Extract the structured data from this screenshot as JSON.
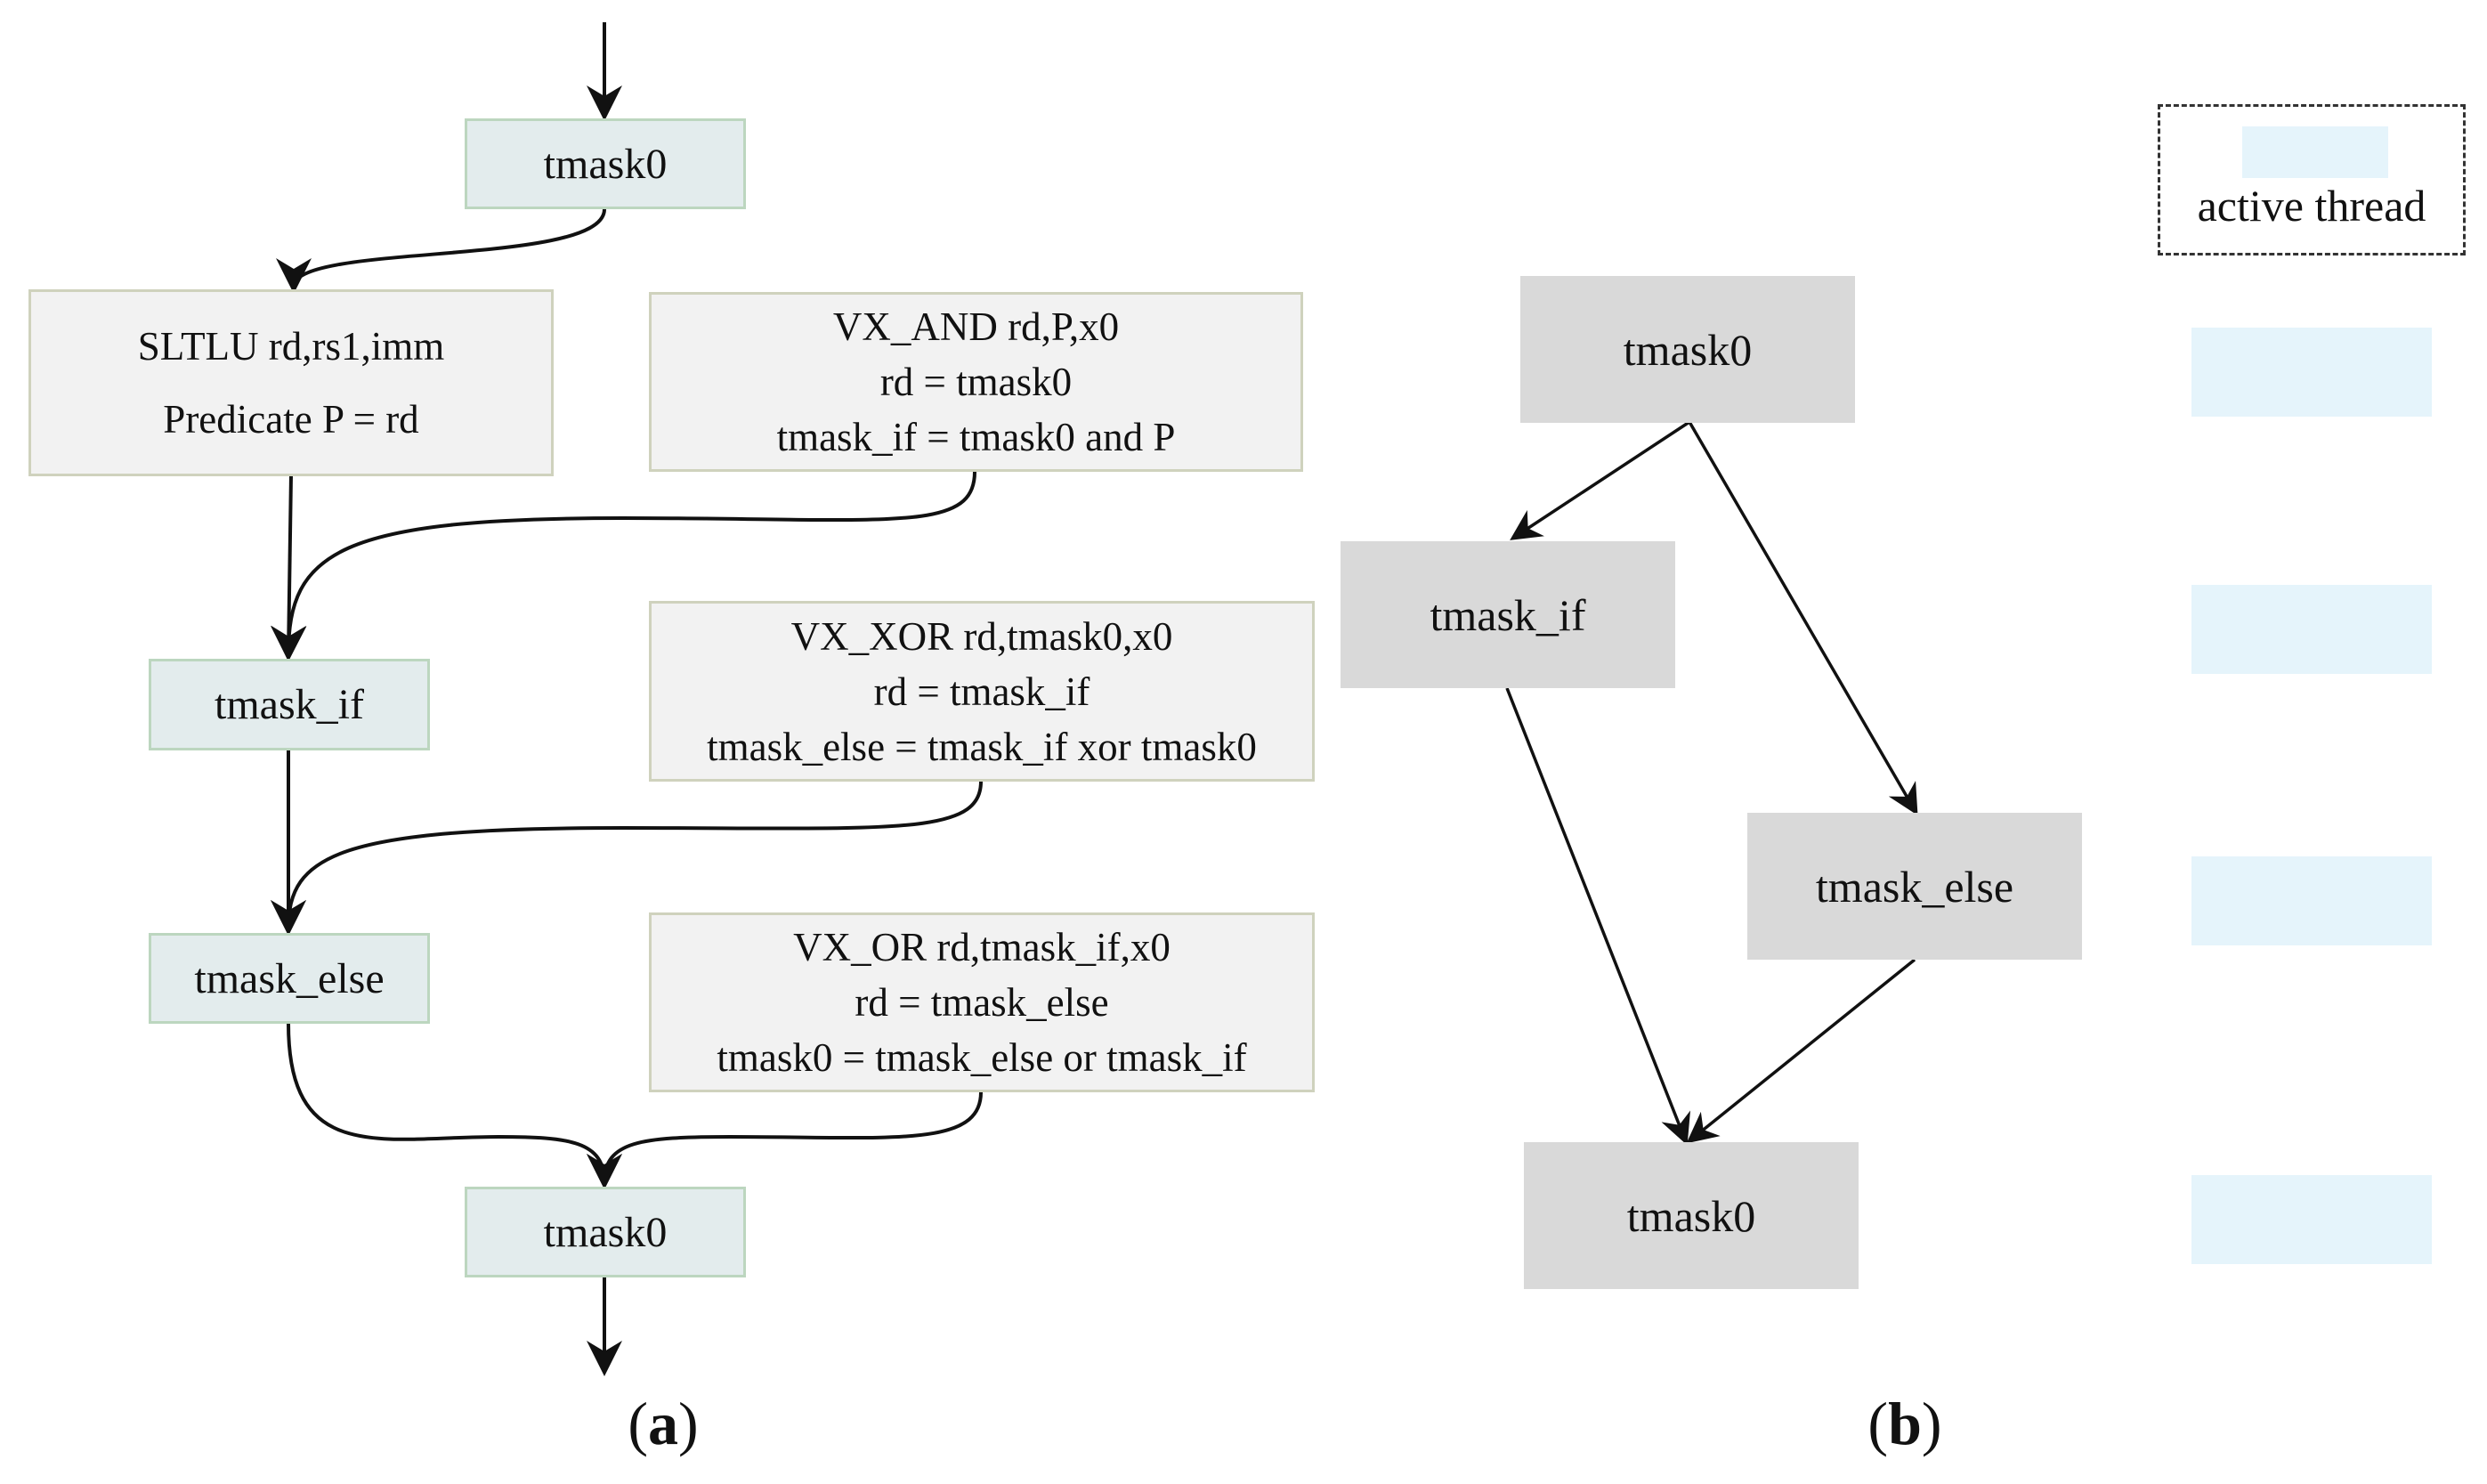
{
  "panel_a": {
    "top_mask": "tmask0",
    "sltlu": [
      "SLTLU rd,rs1,imm",
      "Predicate P = rd"
    ],
    "vx_and": [
      "VX_AND rd,P,x0",
      "rd = tmask0",
      "tmask_if = tmask0 and P"
    ],
    "mask_if": "tmask_if",
    "vx_xor": [
      "VX_XOR rd,tmask0,x0",
      "rd = tmask_if",
      "tmask_else = tmask_if xor tmask0"
    ],
    "mask_else": "tmask_else",
    "vx_or": [
      "VX_OR rd,tmask_if,x0",
      "rd = tmask_else",
      "tmask0 = tmask_else or tmask_if"
    ],
    "bottom_mask": "tmask0",
    "label_open": "(",
    "label_letter": "a",
    "label_close": ")"
  },
  "panel_b": {
    "top": "tmask0",
    "if": "tmask_if",
    "else": "tmask_else",
    "bottom": "tmask0",
    "label_open": "(",
    "label_letter": "b",
    "label_close": ")"
  },
  "legend": {
    "text": "active thread",
    "arrow_icon": "down-arrow-icon"
  },
  "thread_rows": [
    {
      "active": [
        true,
        true,
        true,
        true
      ]
    },
    {
      "active": [
        true,
        true,
        false,
        false
      ]
    },
    {
      "active": [
        false,
        false,
        true,
        true
      ]
    },
    {
      "active": [
        true,
        true,
        true,
        true
      ]
    }
  ],
  "colors": {
    "mask_fill": "#e3eced",
    "instr_fill": "#f2f2f2",
    "gray_fill": "#d9d9d9",
    "thread_bar": "#e5f4fb"
  }
}
